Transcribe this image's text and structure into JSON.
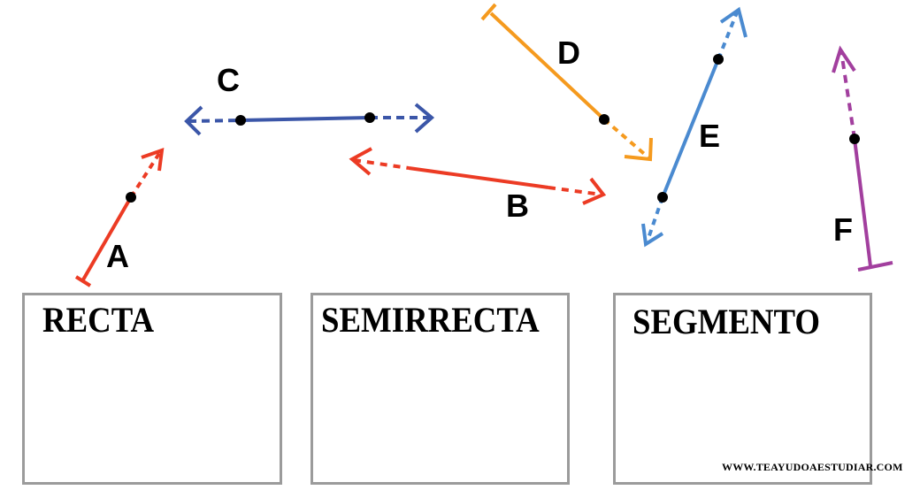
{
  "title": "Recta, semirrecta y segmento",
  "figures": [
    {
      "id": "A",
      "label": "A",
      "kind": "semirrecta",
      "color": "#ec3b24",
      "points": 1
    },
    {
      "id": "B",
      "label": "B",
      "kind": "recta",
      "color": "#ec3b24",
      "points": 0
    },
    {
      "id": "C",
      "label": "C",
      "kind": "recta",
      "color": "#3b56a8",
      "points": 2
    },
    {
      "id": "D",
      "label": "D",
      "kind": "semirrecta",
      "color": "#f59a1e",
      "points": 1
    },
    {
      "id": "E",
      "label": "E",
      "kind": "recta",
      "color": "#4a8ad0",
      "points": 2
    },
    {
      "id": "F",
      "label": "F",
      "kind": "semirrecta",
      "color": "#a23f9e",
      "points": 1
    }
  ],
  "categories": [
    {
      "id": "recta",
      "title": "RECTA"
    },
    {
      "id": "semirrecta",
      "title": "SEMIRRECTA"
    },
    {
      "id": "segmento",
      "title": "SEGMENTO"
    }
  ],
  "watermark": "WWW.TEAYUDOAESTUDIAR.COM",
  "colors": {
    "red": "#ec3b24",
    "blue_dark": "#3b56a8",
    "orange": "#f59a1e",
    "blue_light": "#4a8ad0",
    "purple": "#a23f9e",
    "box_border": "#9b9b9b"
  }
}
